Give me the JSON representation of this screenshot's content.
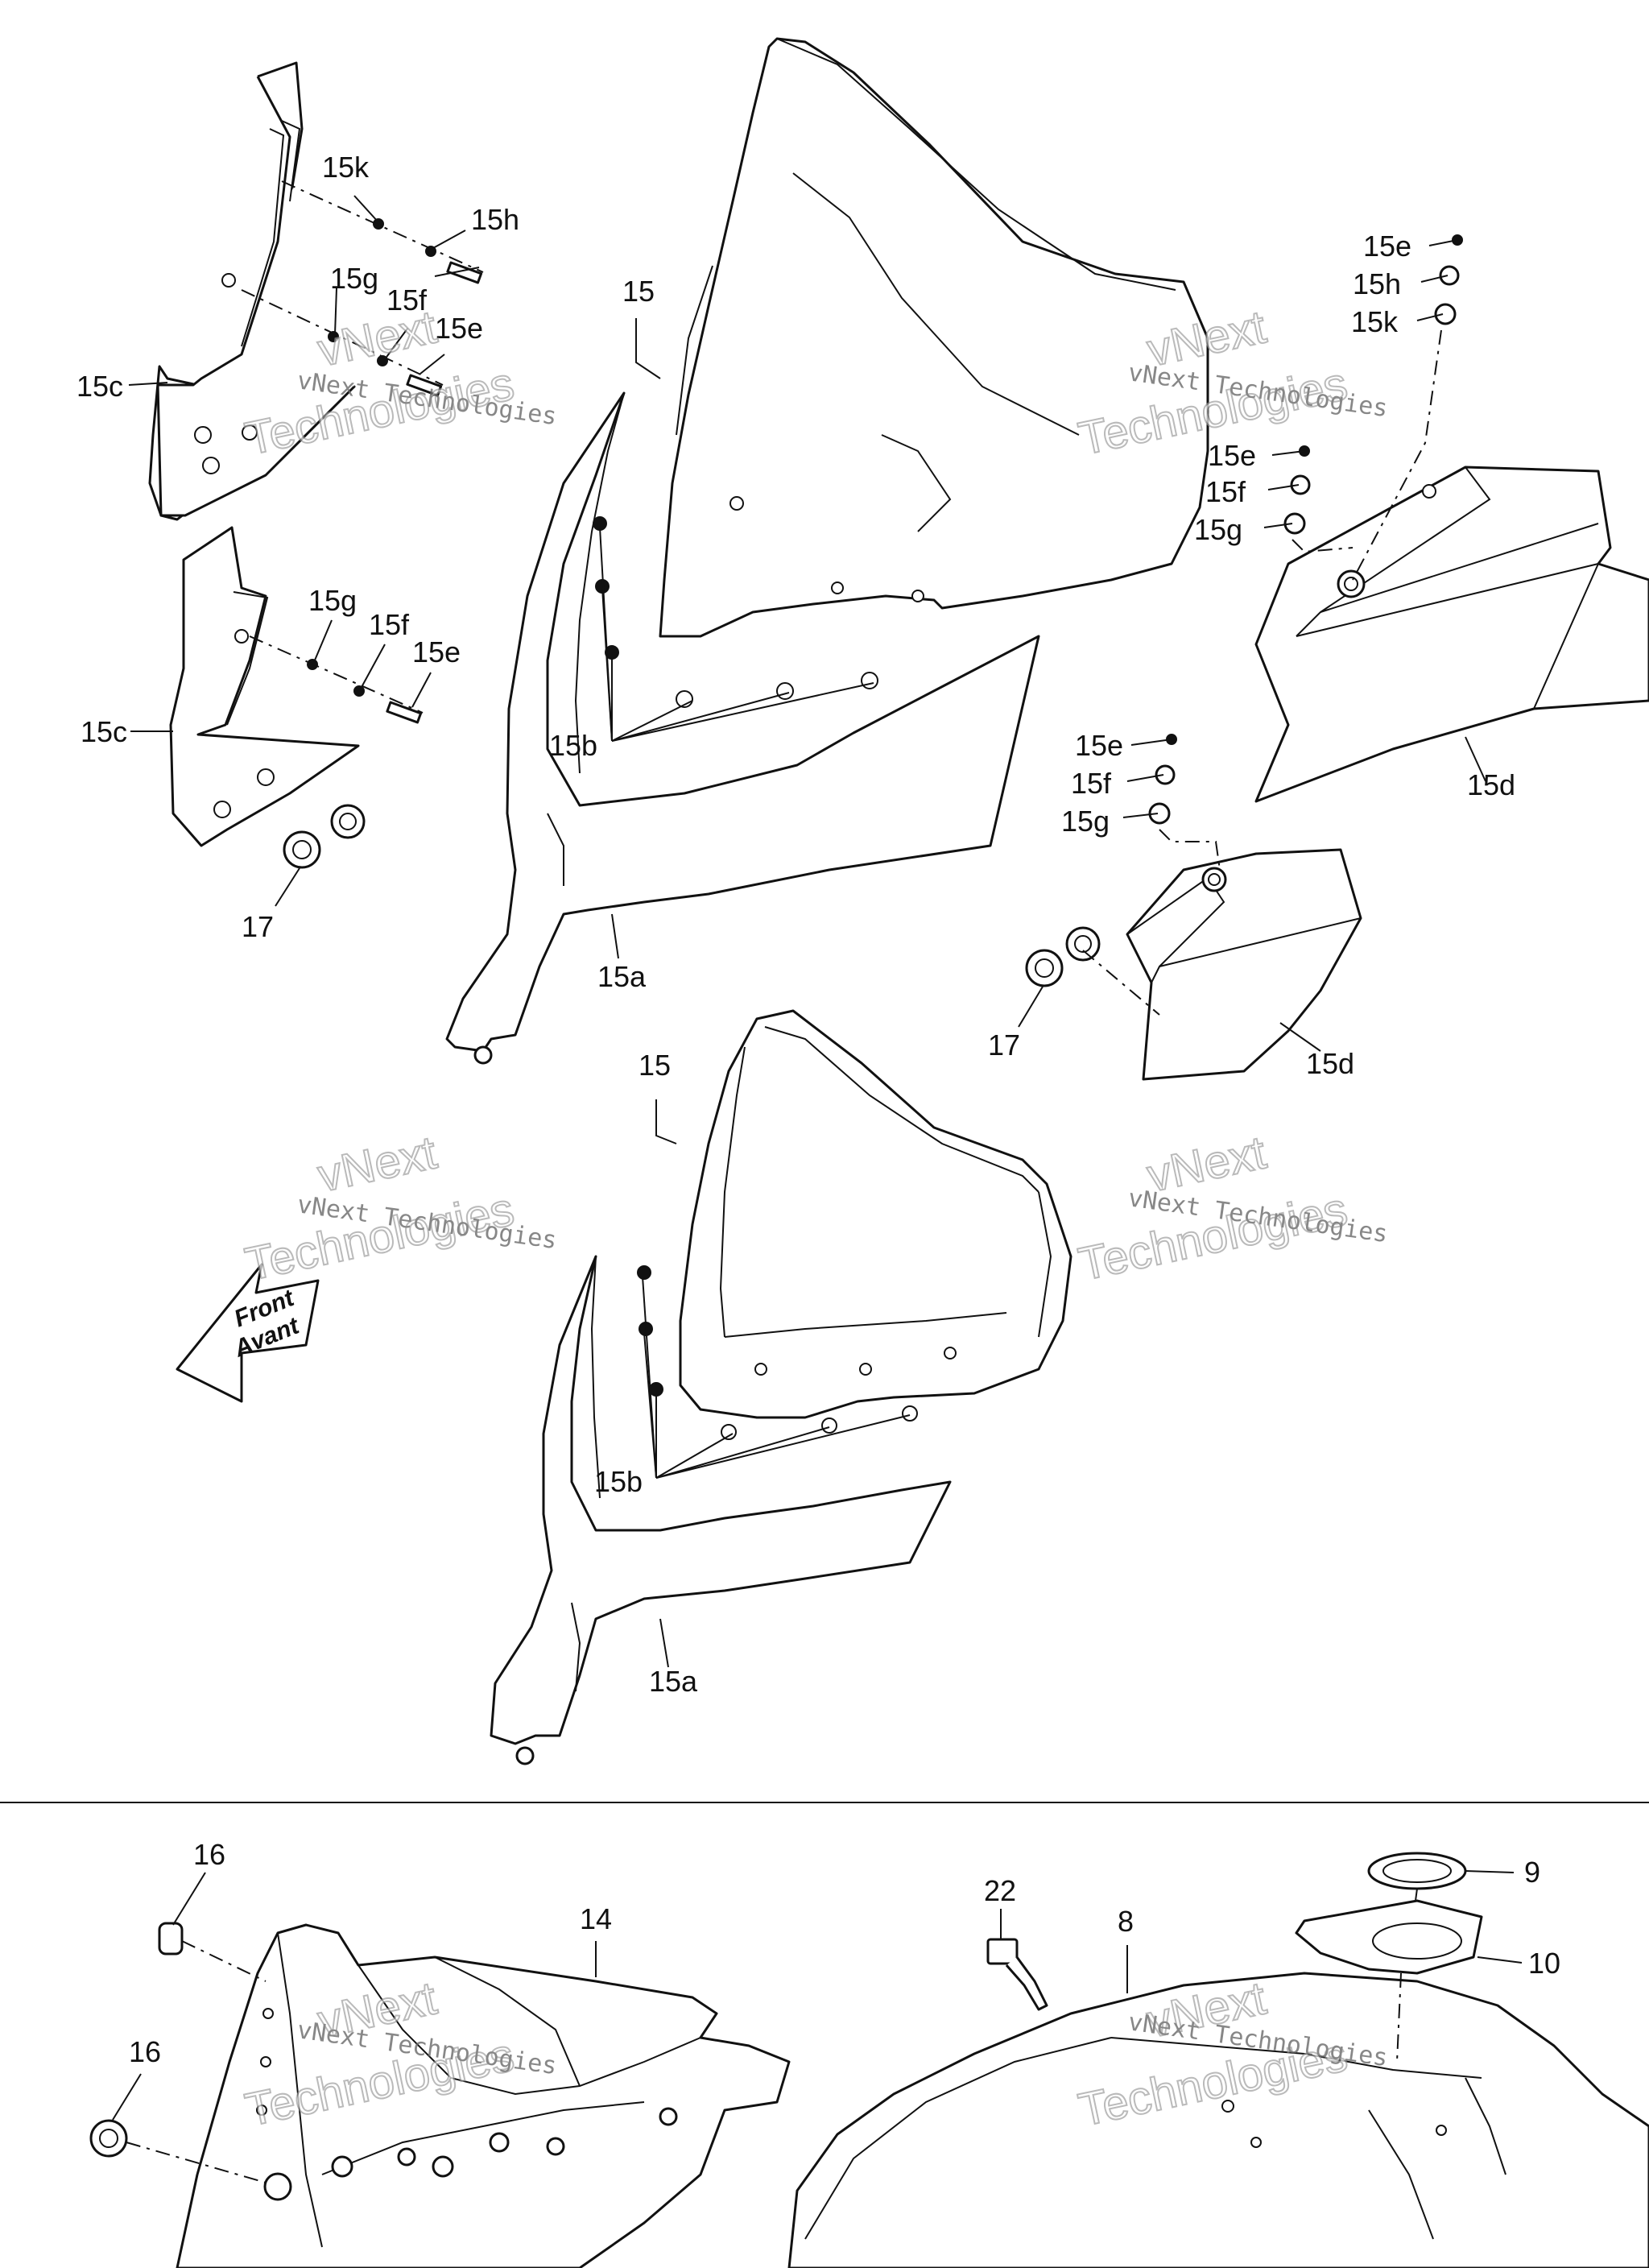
{
  "watermark": {
    "line1": "vNext Technologies",
    "line2": "vNext",
    "line3": "Technologies"
  },
  "front_arrow": {
    "line1": "Front",
    "line2": "Avant"
  },
  "callouts": {
    "c15": "15",
    "c15_lower": "15",
    "c15a": "15a",
    "c15a_lower": "15a",
    "c15b": "15b",
    "c15b_lower": "15b",
    "c15c_top": "15c",
    "c15c_bottom": "15c",
    "c15d_top": "15d",
    "c15d_bottom": "15d",
    "c15e_tl": "15e",
    "c15e_ml": "15e",
    "c15e_tr": "15e",
    "c15e_mr": "15e",
    "c15e_br": "15e",
    "c15f_tl": "15f",
    "c15f_ml": "15f",
    "c15f_mr": "15f",
    "c15f_br": "15f",
    "c15g_tl": "15g",
    "c15g_ml": "15g",
    "c15g_mr": "15g",
    "c15g_br": "15g",
    "c15h_tl": "15h",
    "c15h_tr": "15h",
    "c15k_tl": "15k",
    "c15k_tr": "15k",
    "c17_left": "17",
    "c17_right": "17",
    "c16_top": "16",
    "c16_bottom": "16",
    "c14": "14",
    "c22": "22",
    "c8": "8",
    "c9": "9",
    "c10": "10"
  }
}
